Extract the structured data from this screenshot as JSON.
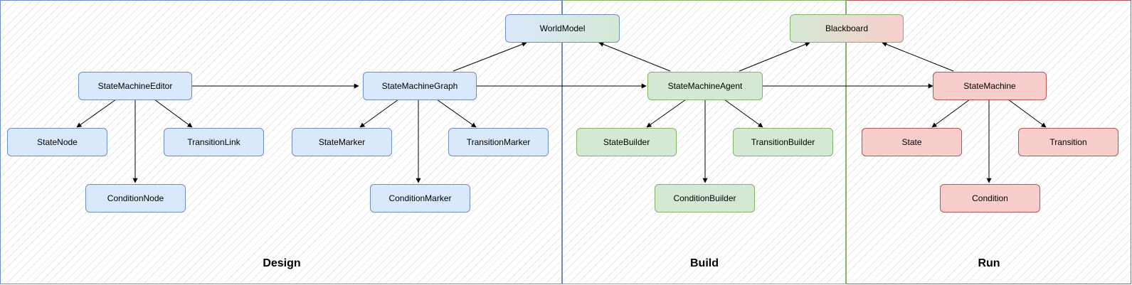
{
  "zones": {
    "design": "Design",
    "build": "Build",
    "run": "Run"
  },
  "nodes": {
    "state_machine_editor": "StateMachineEditor",
    "state_node": "StateNode",
    "transition_link": "TransitionLink",
    "condition_node": "ConditionNode",
    "state_machine_graph": "StateMachineGraph",
    "state_marker": "StateMarker",
    "transition_marker": "TransitionMarker",
    "condition_marker": "ConditionMarker",
    "world_model": "WorldModel",
    "state_machine_agent": "StateMachineAgent",
    "state_builder": "StateBuilder",
    "transition_builder": "TransitionBuilder",
    "condition_builder": "ConditionBuilder",
    "blackboard": "Blackboard",
    "state_machine": "StateMachine",
    "state": "State",
    "transition": "Transition",
    "condition": "Condition"
  },
  "colors": {
    "design_fill": "#dae8fc",
    "design_stroke": "#6c8ebf",
    "build_fill": "#d5e8d4",
    "build_stroke": "#82b366",
    "run_fill": "#f8cecc",
    "run_stroke": "#b85450"
  }
}
